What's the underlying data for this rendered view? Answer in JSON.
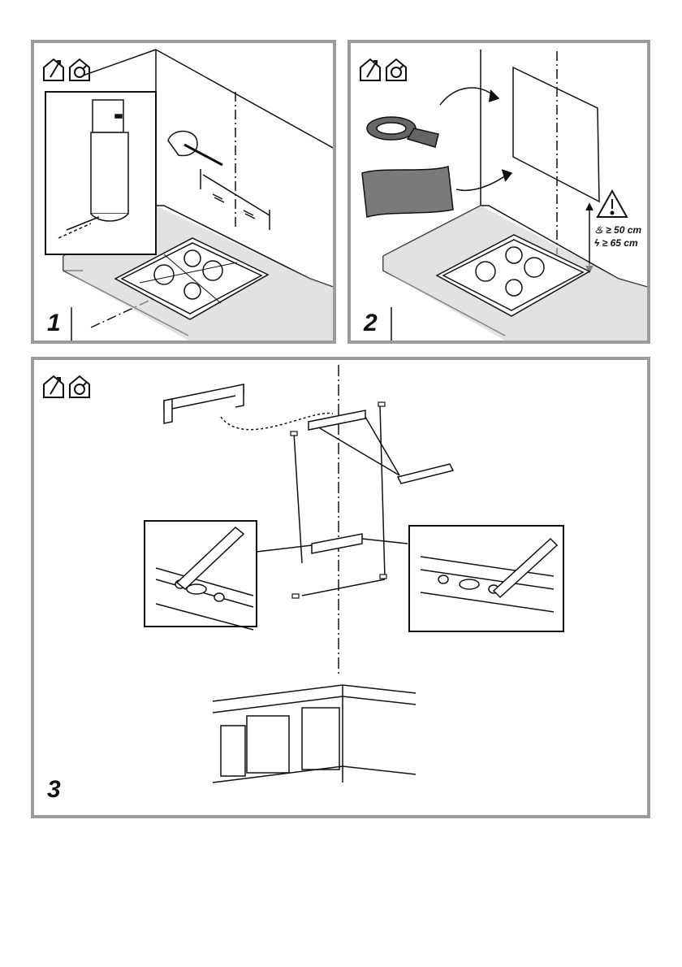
{
  "panels": [
    {
      "id": "panel-1",
      "step": "1"
    },
    {
      "id": "panel-2",
      "step": "2"
    },
    {
      "id": "panel-3",
      "step": "3"
    }
  ],
  "icons": [
    "exhaust-house-icon",
    "recirculation-house-icon"
  ],
  "warning": {
    "gas_line": "≥ 50 cm",
    "electric_line": "≥ 65 cm"
  }
}
